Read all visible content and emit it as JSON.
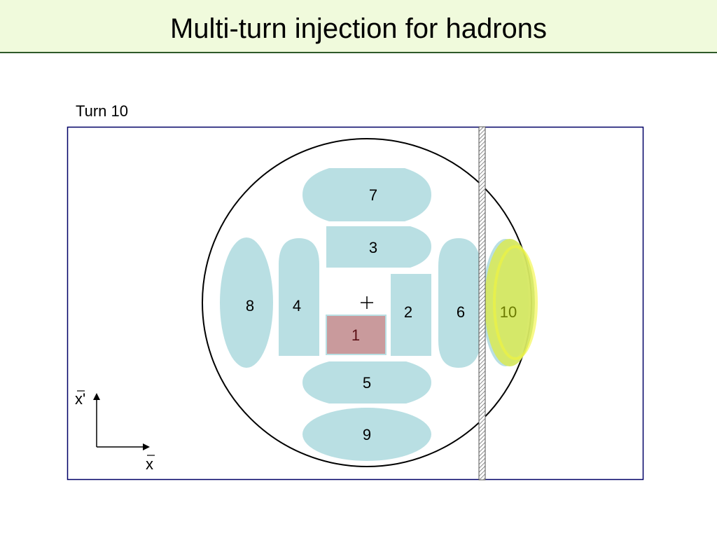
{
  "title": "Multi-turn injection for hadrons",
  "turn_label": "Turn 10",
  "beamlets": [
    "1",
    "2",
    "3",
    "4",
    "5",
    "6",
    "7",
    "8",
    "9",
    "10"
  ],
  "axes": {
    "x_label": "x",
    "y_label": "x'"
  },
  "colors": {
    "title_bg": "#f0fadc",
    "frame": "#000066",
    "beamlet": "#b9dfe3",
    "injected": "#c99a9c",
    "current_turn": "#d6e862",
    "current_turn_text": "#6b7a00",
    "septum": "#999999"
  }
}
